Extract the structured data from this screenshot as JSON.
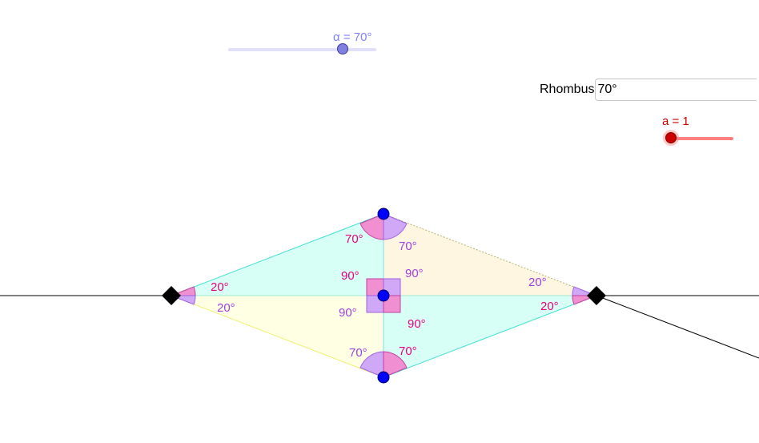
{
  "sliders": {
    "alpha": {
      "label": "α = 70°",
      "value": 70,
      "min": 0,
      "max": 90
    },
    "a": {
      "label": "a = 1",
      "value": 1
    }
  },
  "input": {
    "caption": "Rhombus",
    "value": "70°"
  },
  "angles": {
    "top_left": "70°",
    "top_right": "70°",
    "center_top_left": "90°",
    "center_top_right": "90°",
    "center_bottom_left": "90°",
    "center_bottom_right": "90°",
    "left_top": "20°",
    "left_bottom": "20°",
    "right_top": "20°",
    "right_bottom": "20°",
    "bottom_left": "70°",
    "bottom_right": "70°"
  },
  "colors": {
    "magenta_label": "#e6007e",
    "purple_label": "#a040e0",
    "cyan_region": "#ccfff4",
    "yellow_region": "#ffffdc",
    "orange_region": "#fff4dc",
    "vertex_point": "#0000ff",
    "diamond_point": "#000000"
  }
}
